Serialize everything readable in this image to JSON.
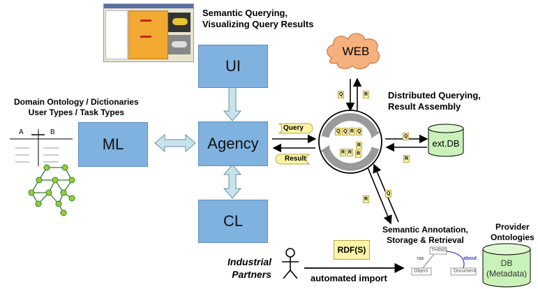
{
  "labels": {
    "semantic_querying": [
      "Semantic Querying,",
      "Visualizing Query Results"
    ],
    "domain_ontology": [
      "Domain Ontology / Dictionaries",
      "User Types / Task Types"
    ],
    "distributed_querying": [
      "Distributed Querying,",
      "Result Assembly"
    ],
    "annotation": [
      "Semantic Annotation,",
      "Storage & Retrieval"
    ],
    "provider_ontologies": [
      "Provider",
      "Ontologies"
    ],
    "industrial_partners": [
      "Industrial",
      "Partners"
    ],
    "automated_import": "automated import"
  },
  "boxes": {
    "ui": "UI",
    "ml": "ML",
    "agency": "Agency",
    "cl": "CL"
  },
  "pills": {
    "query": "Query",
    "result": "Result"
  },
  "nodes": {
    "web": "WEB",
    "ext_db": "ext.DB",
    "rdf": "RDF(S)",
    "db": "DB",
    "db_sub": "(Metadata)"
  },
  "tags": {
    "q": "Q",
    "r": "R"
  },
  "ontology_mini": {
    "a": "A",
    "b": "B",
    "thing": "THING",
    "isa": "isa",
    "about": "about",
    "object": "Object",
    "document": "Document"
  },
  "colors": {
    "box_fill": "#7fb2df",
    "arrow_fill": "#c7e3ec",
    "db_fill": "#c9f2b8",
    "web_fill": "#f5b07e",
    "pill_fill": "#fbf3a6",
    "node_fill": "#9acd32"
  }
}
